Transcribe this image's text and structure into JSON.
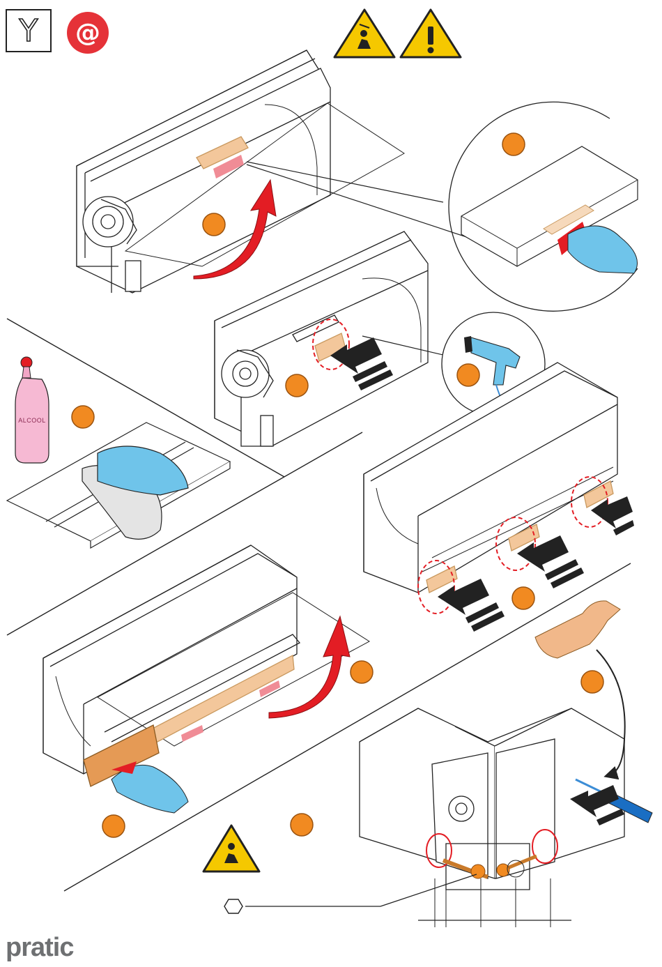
{
  "header": {
    "tool_badge": "Y",
    "email_badge": "@",
    "warning_icons": [
      "falling-object-warning-icon",
      "general-warning-icon"
    ]
  },
  "bottle": {
    "label": "ALCOOL"
  },
  "brand": {
    "logo_text": "pratic"
  },
  "colors": {
    "step_marker": "#f18a21",
    "arrow_red": "#e31d24",
    "glove_blue": "#6fc4ea",
    "tape_orange": "#f3c79b",
    "warning_yellow": "#f5c800"
  },
  "icons": [
    "tool-badge-icon",
    "email-badge-icon",
    "falling-object-warning-icon",
    "general-warning-icon",
    "heat-gun-icon",
    "screwdriver-icon",
    "hex-bolt-icon",
    "alcohol-bottle-icon",
    "glove-hand-icon"
  ]
}
